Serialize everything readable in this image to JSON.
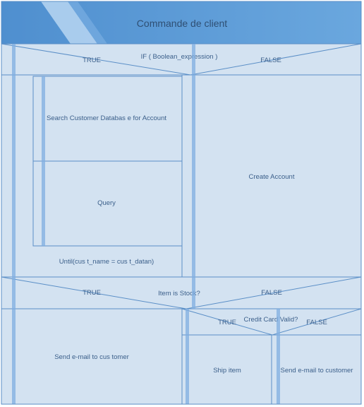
{
  "title": "Commande de client",
  "decision1": {
    "condition": "IF ( Boolean_expression )",
    "true_label": "TRUE",
    "false_label": "FALSE"
  },
  "loop": {
    "step1": "Search Customer Databas e for Account",
    "step2": "Query",
    "until": "Until(cus t_name = cus t_datan)"
  },
  "create_account": "Create Account",
  "decision2": {
    "condition": "Item is Stock?",
    "true_label": "TRUE",
    "false_label": "FALSE"
  },
  "send_email_left": "Send e-mail to cus tomer",
  "decision3": {
    "condition": "Credit Card Valid?",
    "true_label": "TRUE",
    "false_label": "FALSE"
  },
  "ship_item": "Ship item",
  "send_email_right": "Send e-mail to customer",
  "colors": {
    "header_dark": "#4f8fcf",
    "header_light": "#8fbce8",
    "fill": "#d3e2f1",
    "line": "#5b8fc7"
  }
}
